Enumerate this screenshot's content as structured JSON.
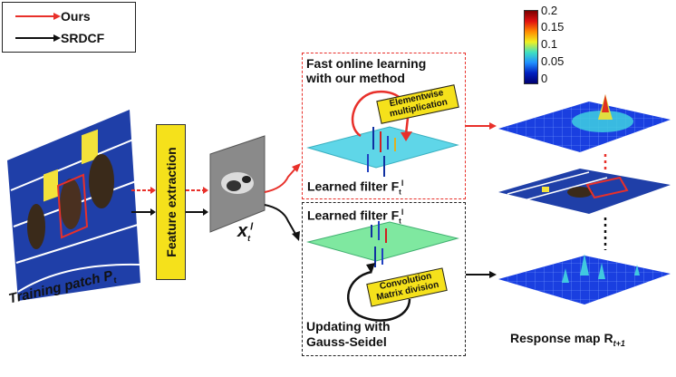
{
  "legend": {
    "ours": {
      "label": "Ours",
      "color": "#e8302a"
    },
    "srdcf": {
      "label": "SRDCF",
      "color": "#111111"
    }
  },
  "labels": {
    "training_patch": "Training patch P",
    "training_patch_sub": "t",
    "feature_extraction": "Feature extraction",
    "x_symbol": "x",
    "x_sub": "t",
    "x_sup": "l",
    "fast_online_1": "Fast online learning",
    "fast_online_2": "with our method",
    "elementwise_1": "Elementwise",
    "elementwise_2": "multiplication",
    "learned_filter": "Learned filter F",
    "learned_filter_sub": "t",
    "learned_filter_sup": "l",
    "convolution_1": "Convolution",
    "convolution_2": "Matrix division",
    "updating_1": "Updating with",
    "updating_2": "Gauss-Seidel",
    "response_map": "Response map R",
    "response_map_sub": "t+1"
  },
  "colorbar": {
    "ticks": [
      "0.2",
      "0.15",
      "0.1",
      "0.05",
      "0"
    ]
  },
  "colors": {
    "accent_red": "#e8302a",
    "highlight_yellow": "#f5e11b",
    "track_blue": "#1f3fa8",
    "filter_cyan": "#5fd6e8",
    "filter_green": "#7fe8a0"
  }
}
